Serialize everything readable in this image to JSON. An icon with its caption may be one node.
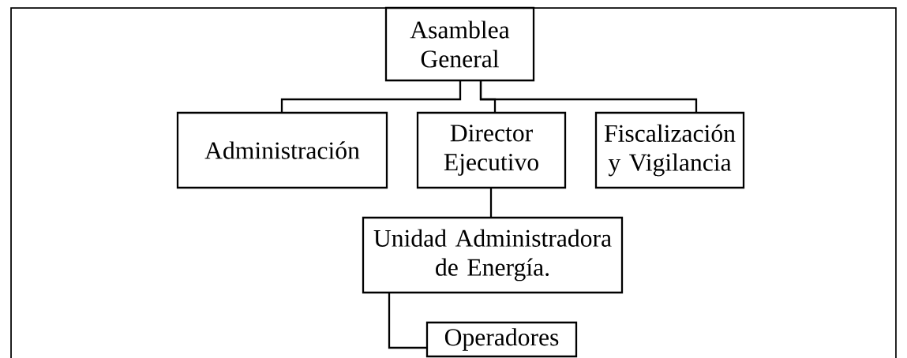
{
  "diagram": {
    "nodes": [
      {
        "text": [
          "Asamblea General"
        ]
      },
      {
        "text": [
          "Administración"
        ]
      },
      {
        "text": [
          "Director Ejecutivo"
        ]
      },
      {
        "text": [
          "Fiscalización y Vigilancia"
        ]
      },
      {
        "text": [
          "Unidad Administradora de Energía."
        ]
      },
      {
        "text": [
          "Operadores"
        ]
      }
    ],
    "edges": [
      {
        "from": 0,
        "to": 1,
        "arrow": "none"
      },
      {
        "from": 0,
        "to": 2,
        "arrow": "none"
      },
      {
        "from": 0,
        "to": 3,
        "arrow": "none"
      },
      {
        "from": 2,
        "to": 4,
        "arrow": "none"
      },
      {
        "from": 4,
        "to": 5,
        "arrow": "none"
      }
    ]
  }
}
